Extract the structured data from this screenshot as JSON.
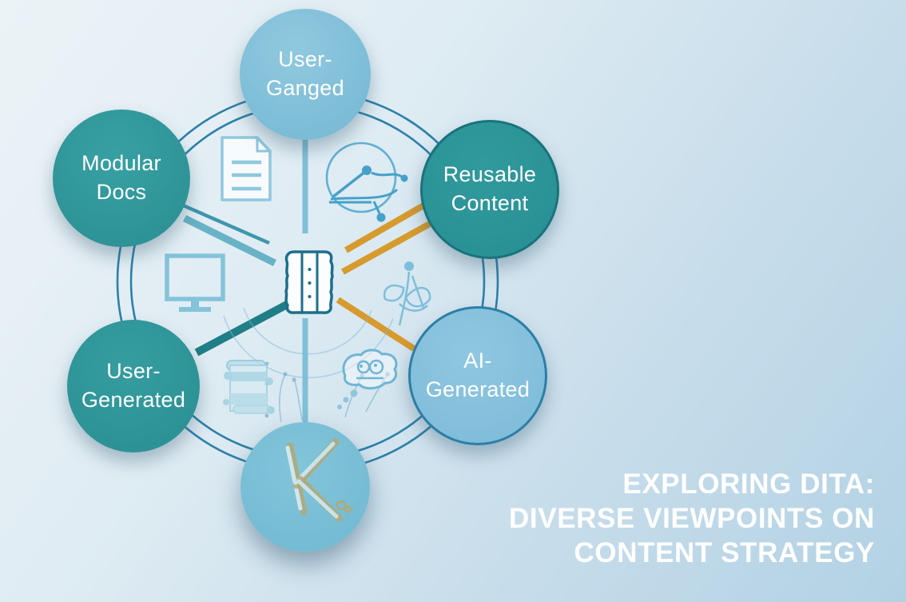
{
  "poster": {
    "title_lines": [
      "EXPLORING DITA:",
      "DIVERSE VIEWPOINTS ON",
      "CONTENT STRATEGY"
    ],
    "title_color": "#ffffff"
  },
  "diagram": {
    "nodes": [
      {
        "id": "user-ganged",
        "lines": [
          "User-",
          "Ganged"
        ],
        "fill": "#7fc0da"
      },
      {
        "id": "modular-docs",
        "lines": [
          "Modular",
          "Docs"
        ],
        "fill": "#2f9598"
      },
      {
        "id": "reusable-content",
        "lines": [
          "Reusable",
          "Content"
        ],
        "fill": "#2a9396",
        "border": "#19737b"
      },
      {
        "id": "user-generated",
        "lines": [
          "User-",
          "Generated"
        ],
        "fill": "#2f9598"
      },
      {
        "id": "ai-generated",
        "lines": [
          "AI-",
          "Generated"
        ],
        "fill": "#84c0db",
        "border": "#2c7ea7"
      },
      {
        "id": "knowledge-glyph",
        "lines": [],
        "fill": "#79bfd6",
        "glyph": "K"
      }
    ],
    "icons": [
      "document-icon",
      "network-graph-icon",
      "monitor-icon",
      "scroll-icon",
      "brain-icon",
      "leaf-sketch-icon",
      "book-brain-center-icon",
      "k-symbol-icon"
    ],
    "colors": {
      "ring": "#2d80a9",
      "spoke_blue": "#7fc0d8",
      "spoke_orange": "#d69a2d",
      "spoke_teal_light": "#68b2c6",
      "spoke_teal_dark": "#1f7e86",
      "center_icon_stroke": "#1d6e8c",
      "background_top": "#ecf3f7",
      "background_bottom": "#b2d2e4"
    }
  }
}
